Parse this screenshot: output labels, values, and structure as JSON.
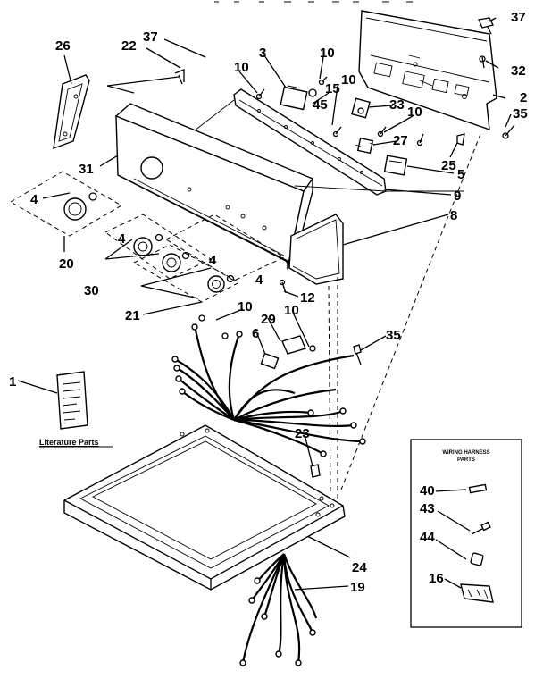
{
  "callouts": {
    "c37a": "37",
    "c32": "32",
    "c2": "2",
    "c35a": "35",
    "c26": "26",
    "c22": "22",
    "c37b": "37",
    "c3": "3",
    "c10a": "10",
    "c10b": "10",
    "c10c": "10",
    "c15": "15",
    "c45": "45",
    "c33": "33",
    "c10d": "10",
    "c27": "27",
    "c25": "25",
    "c5": "5",
    "c9": "9",
    "c8": "8",
    "c31": "31",
    "c4a": "4",
    "c20": "20",
    "c4b": "4",
    "c4c": "4",
    "c4d": "4",
    "c30": "30",
    "c12": "12",
    "c21": "21",
    "c10e": "10",
    "c29": "29",
    "c6": "6",
    "c10f": "10",
    "c35b": "35",
    "c1": "1",
    "c23": "23",
    "c24": "24",
    "c19": "19",
    "c40": "40",
    "c43": "43",
    "c44": "44",
    "c16": "16"
  },
  "literature_label": "Literature Parts",
  "harness_box": {
    "title_line1": "WIRING HARNESS",
    "title_line2": "PARTS"
  }
}
